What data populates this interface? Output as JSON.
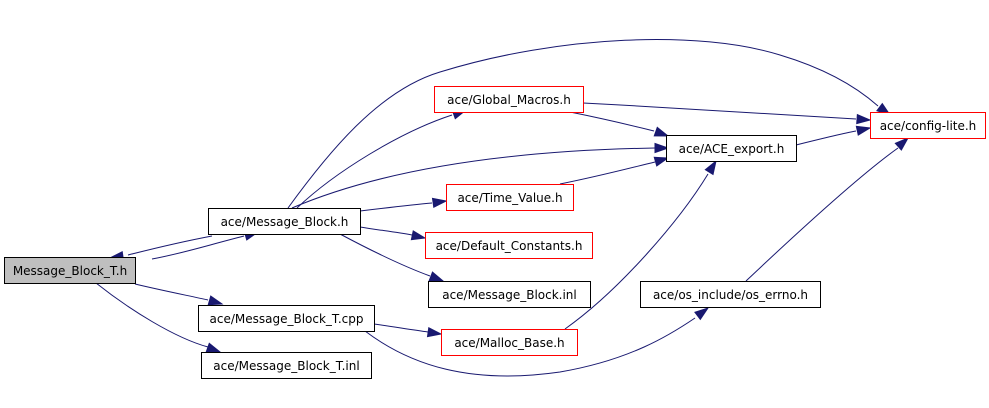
{
  "colors": {
    "edge": "#191970",
    "root_fill": "#bfbfbf",
    "root_border": "#000000",
    "normal_border": "#000000",
    "truncated_border": "#ff0000",
    "node_fill": "#ffffff",
    "text": "#000000"
  },
  "nodes": [
    {
      "id": "message_block_t_h",
      "label": "Message_Block_T.h",
      "kind": "root"
    },
    {
      "id": "message_block_h",
      "label": "ace/Message_Block.h",
      "kind": "normal"
    },
    {
      "id": "message_block_t_cpp",
      "label": "ace/Message_Block_T.cpp",
      "kind": "normal"
    },
    {
      "id": "message_block_t_inl",
      "label": "ace/Message_Block_T.inl",
      "kind": "normal"
    },
    {
      "id": "global_macros_h",
      "label": "ace/Global_Macros.h",
      "kind": "truncated"
    },
    {
      "id": "time_value_h",
      "label": "ace/Time_Value.h",
      "kind": "truncated"
    },
    {
      "id": "default_constants_h",
      "label": "ace/Default_Constants.h",
      "kind": "truncated"
    },
    {
      "id": "message_block_inl",
      "label": "ace/Message_Block.inl",
      "kind": "normal"
    },
    {
      "id": "malloc_base_h",
      "label": "ace/Malloc_Base.h",
      "kind": "truncated"
    },
    {
      "id": "ace_export_h",
      "label": "ace/ACE_export.h",
      "kind": "normal"
    },
    {
      "id": "os_errno_h",
      "label": "ace/os_include/os_errno.h",
      "kind": "normal"
    },
    {
      "id": "config_lite_h",
      "label": "ace/config-lite.h",
      "kind": "truncated"
    }
  ],
  "edges": [
    {
      "from": "message_block_t_h",
      "to": "message_block_h"
    },
    {
      "from": "message_block_h",
      "to": "message_block_t_h"
    },
    {
      "from": "message_block_t_h",
      "to": "message_block_t_cpp"
    },
    {
      "from": "message_block_t_h",
      "to": "message_block_t_inl"
    },
    {
      "from": "message_block_h",
      "to": "global_macros_h"
    },
    {
      "from": "message_block_h",
      "to": "config_lite_h"
    },
    {
      "from": "message_block_h",
      "to": "ace_export_h"
    },
    {
      "from": "message_block_h",
      "to": "time_value_h"
    },
    {
      "from": "message_block_h",
      "to": "default_constants_h"
    },
    {
      "from": "message_block_h",
      "to": "message_block_inl"
    },
    {
      "from": "message_block_t_cpp",
      "to": "malloc_base_h"
    },
    {
      "from": "message_block_t_cpp",
      "to": "os_errno_h"
    },
    {
      "from": "global_macros_h",
      "to": "config_lite_h"
    },
    {
      "from": "global_macros_h",
      "to": "ace_export_h"
    },
    {
      "from": "time_value_h",
      "to": "ace_export_h"
    },
    {
      "from": "malloc_base_h",
      "to": "ace_export_h"
    },
    {
      "from": "ace_export_h",
      "to": "config_lite_h"
    },
    {
      "from": "os_errno_h",
      "to": "config_lite_h"
    }
  ]
}
